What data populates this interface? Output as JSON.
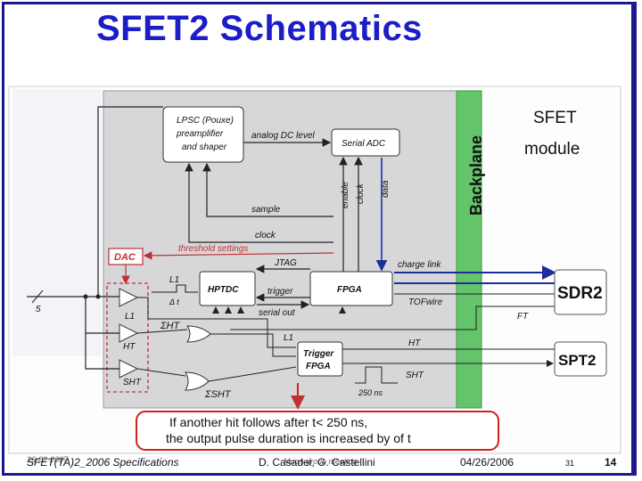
{
  "slide": {
    "title": "SFET2 Schematics",
    "footer_left": "SFET(TA)2_2006 Specifications",
    "footer_left_ghost": "26-02-2007",
    "footer_center": "D. Casadei, G. Castellini",
    "footer_center_ghost": "Muon group meeting",
    "footer_date": "04/26/2006",
    "footer_small_page": "31",
    "footer_page": "14"
  },
  "diagram": {
    "backplane_label": "Backplane",
    "module_label_1": "SFET",
    "module_label_2": "module",
    "preamp_1": "LPSC (Pouxe)",
    "preamp_2": "preamplifier",
    "preamp_3": "and shaper",
    "analog_dc": "analog DC level",
    "serial_adc": "Serial ADC",
    "enable": "enable",
    "clock_v": "clock",
    "data": "data",
    "sample": "sample",
    "clock": "clock",
    "threshold": "threshold settings",
    "dac": "DAC",
    "jtag": "JTAG",
    "charge_link": "charge link",
    "hptdc": "HPTDC",
    "fpga": "FPGA",
    "trigger": "trigger",
    "serial_out": "serial out",
    "tof_wire": "TOFwire",
    "sdr2": "SDR2",
    "ft": "FT",
    "l1_top": "L1",
    "dt": "Δ t",
    "sum_ht": "ΣHT",
    "l1_mid": "L1",
    "ht_mid": "HT",
    "l1_gate": "L1",
    "ht_gate": "HT",
    "sht_gate": "SHT",
    "trigger_fpga_1": "Trigger",
    "trigger_fpga_2": "FPGA",
    "ht_right": "HT",
    "sht_right": "SHT",
    "spt2": "SPT2",
    "ns250": "250 ns",
    "sum_sht": "ΣSHT",
    "input_label": "5",
    "note_1": "If another hit follows after t< 250 ns,",
    "note_2": "the output pulse duration is increased by of t"
  }
}
